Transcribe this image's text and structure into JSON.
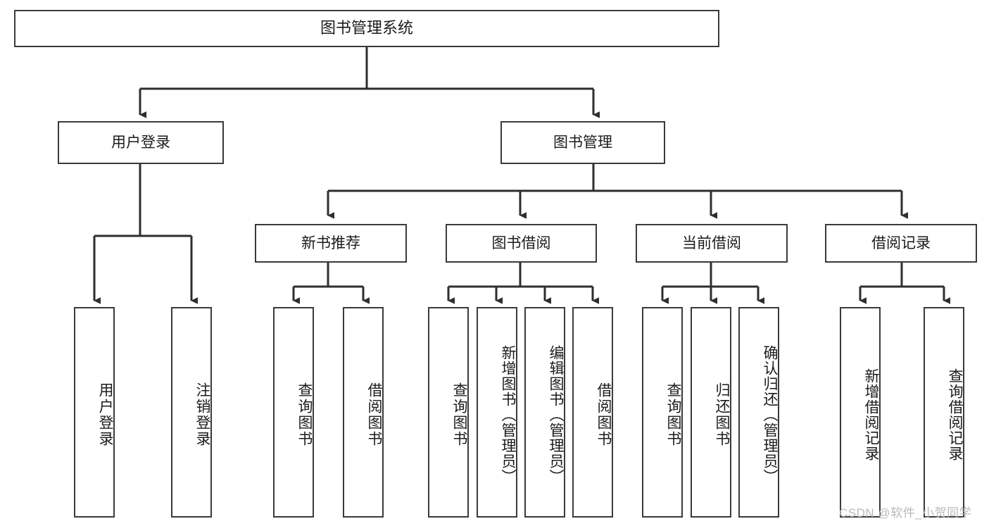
{
  "diagram": {
    "title": "图书管理系统",
    "type": "hierarchy-tree",
    "watermark": "CSDN @软件_小贺同学",
    "colors": {
      "stroke": "#3a3a3a",
      "fill": "#ffffff",
      "text": "#1b1b1b",
      "watermark": "#b9b9b9"
    },
    "root": {
      "label": "图书管理系统"
    },
    "level1": [
      {
        "id": "user-login",
        "label": "用户登录"
      },
      {
        "id": "book-manage",
        "label": "图书管理"
      }
    ],
    "level2": [
      {
        "id": "new-book-rec",
        "label": "新书推荐",
        "parent": "book-manage"
      },
      {
        "id": "book-borrow",
        "label": "图书借阅",
        "parent": "book-manage"
      },
      {
        "id": "current-borrow",
        "label": "当前借阅",
        "parent": "book-manage"
      },
      {
        "id": "borrow-record",
        "label": "借阅记录",
        "parent": "book-manage"
      }
    ],
    "leaves": {
      "user_login": [
        {
          "id": "leaf-user-login",
          "label": "用户登录"
        },
        {
          "id": "leaf-logout",
          "label": "注销登录"
        }
      ],
      "new_book_rec": [
        {
          "id": "leaf-query-book-1",
          "label": "查询图书"
        },
        {
          "id": "leaf-borrow-book-1",
          "label": "借阅图书"
        }
      ],
      "book_borrow": [
        {
          "id": "leaf-query-book-2",
          "label": "查询图书"
        },
        {
          "id": "leaf-add-book",
          "label": "新增图书（管理员）"
        },
        {
          "id": "leaf-edit-book",
          "label": "编辑图书（管理员）"
        },
        {
          "id": "leaf-borrow-book-2",
          "label": "借阅图书"
        }
      ],
      "current_borrow": [
        {
          "id": "leaf-query-book-3",
          "label": "查询图书"
        },
        {
          "id": "leaf-return-book",
          "label": "归还图书"
        },
        {
          "id": "leaf-confirm-return",
          "label": "确认归还（管理员）"
        }
      ],
      "borrow_record": [
        {
          "id": "leaf-add-record",
          "label": "新增借阅记录"
        },
        {
          "id": "leaf-query-record",
          "label": "查询借阅记录"
        }
      ]
    }
  }
}
